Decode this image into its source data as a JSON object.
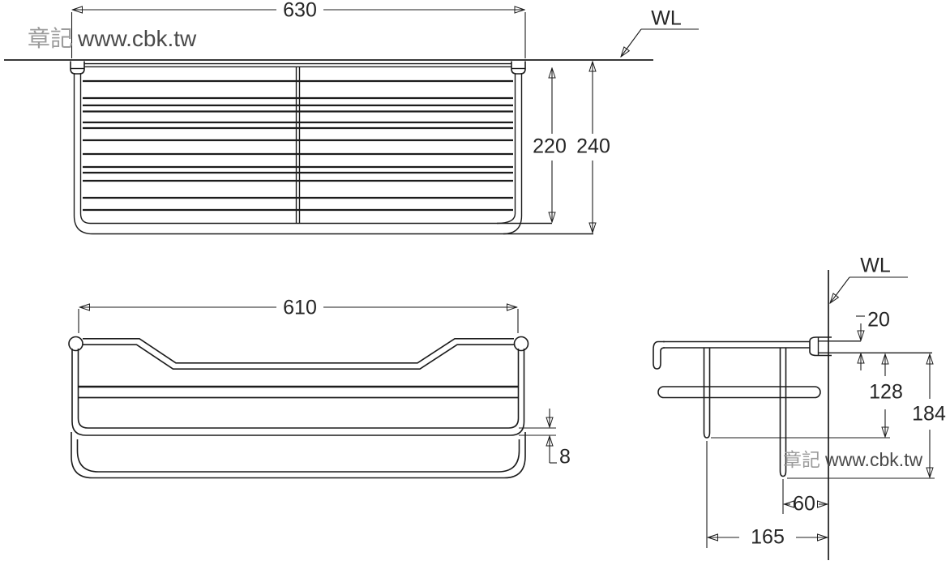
{
  "watermark": {
    "brand": "章記",
    "site": "www.cbk.tw"
  },
  "labels": {
    "wall_line": "WL"
  },
  "dimensions": {
    "top_view": {
      "overall_width": "630",
      "basket_height": "220",
      "overall_height": "240"
    },
    "front_view": {
      "inner_width": "610",
      "wire_diameter": "8"
    },
    "side_view": {
      "mount_thickness": "20",
      "front_drop": "128",
      "overall_drop": "184",
      "rear_post_to_wall": "60",
      "front_post_to_wall": "165"
    }
  }
}
